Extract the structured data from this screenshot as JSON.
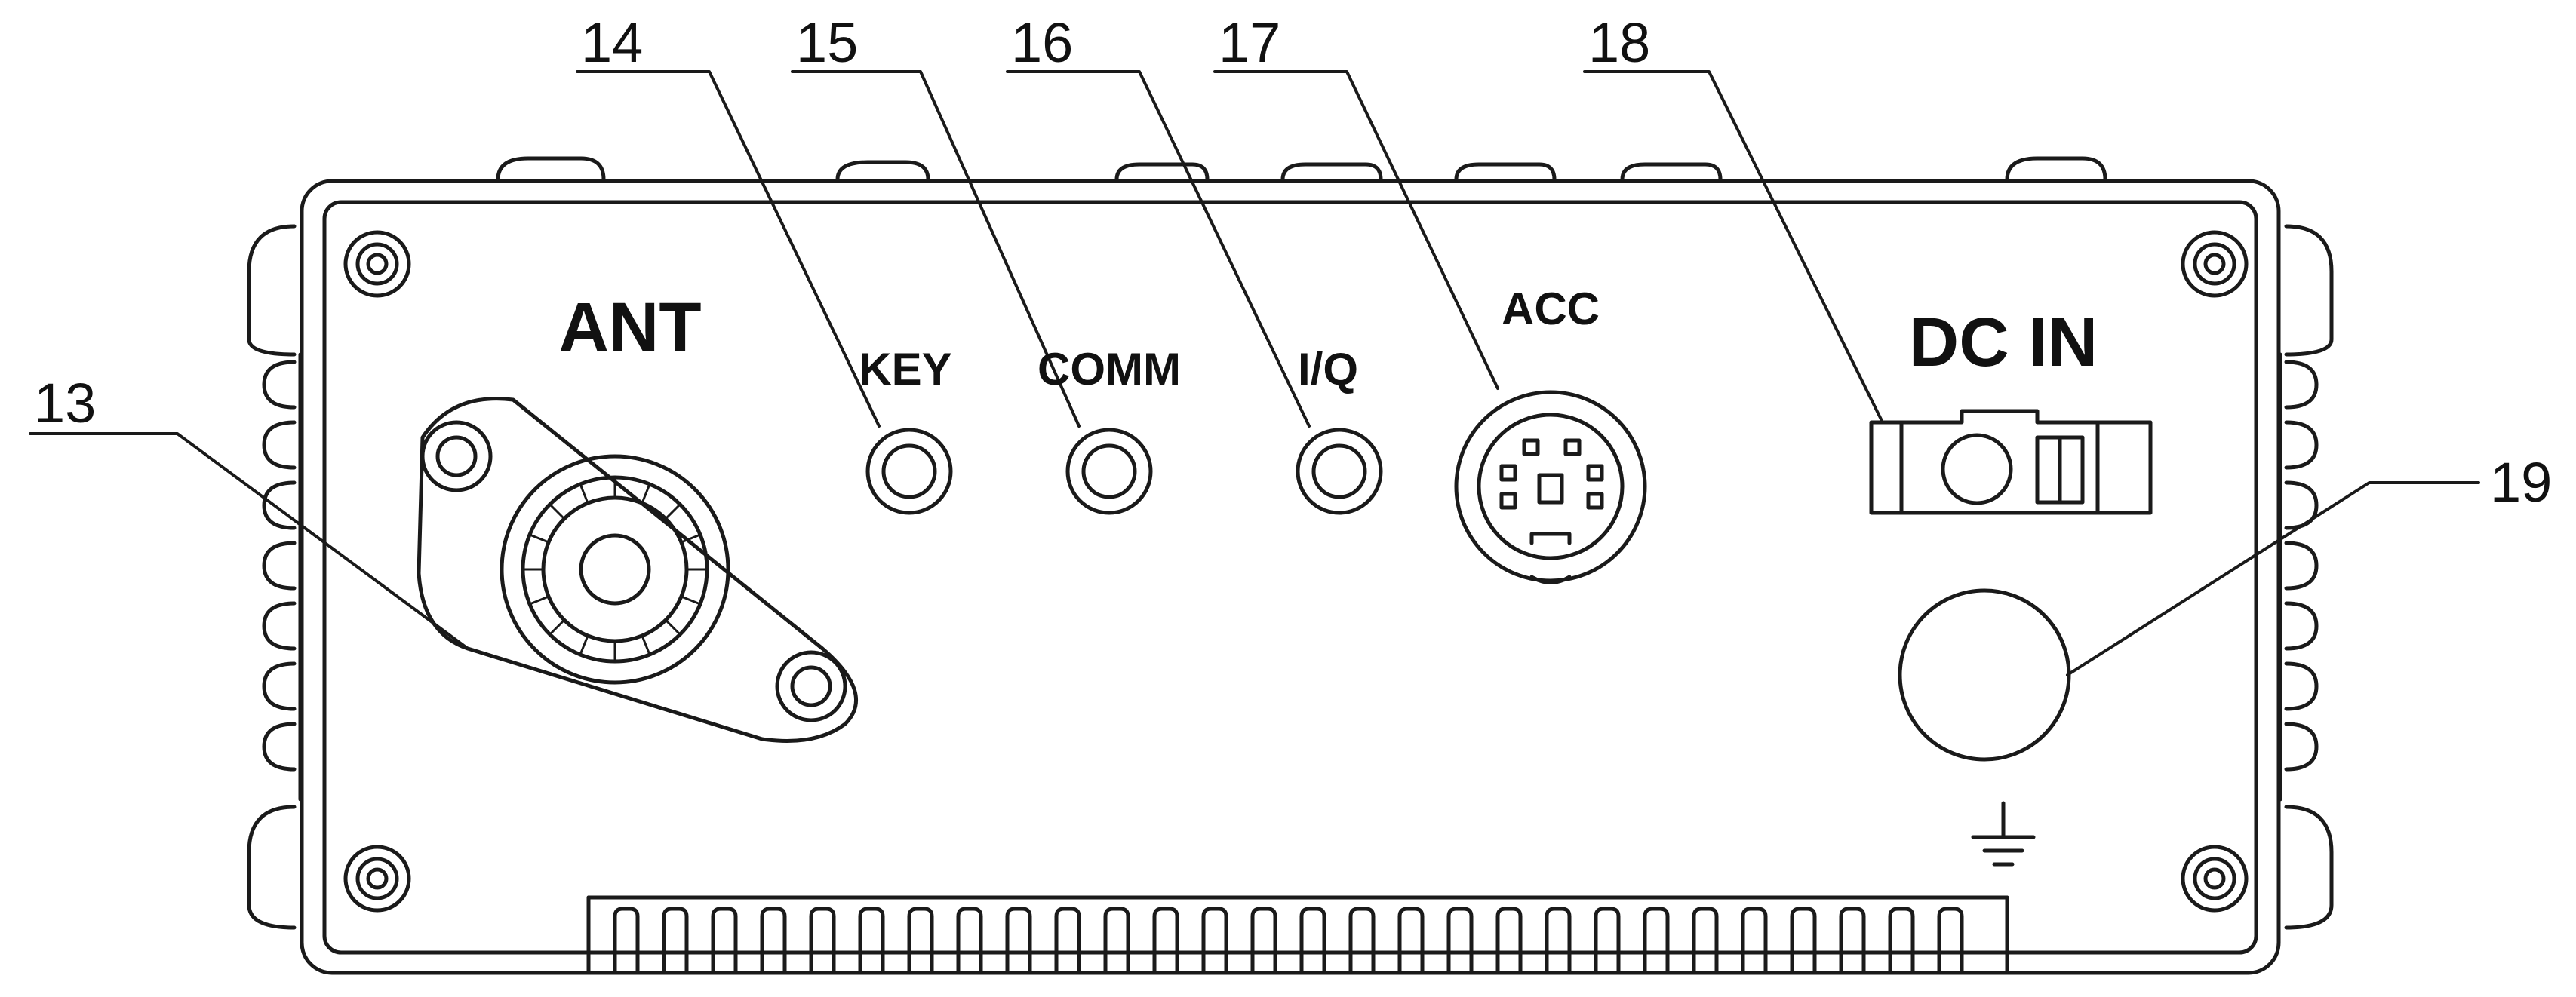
{
  "panel_labels": {
    "ant": "ANT",
    "key": "KEY",
    "comm": "COMM",
    "iq": "I/Q",
    "acc": "ACC",
    "dc_in": "DC IN"
  },
  "callouts": {
    "c13": "13",
    "c14": "14",
    "c15": "15",
    "c16": "16",
    "c17": "17",
    "c18": "18",
    "c19": "19"
  },
  "colors": {
    "line": "#1a1a1a",
    "background": "#ffffff"
  },
  "icons": {
    "ground": "ground-symbol-icon",
    "screw": "screw-icon"
  }
}
